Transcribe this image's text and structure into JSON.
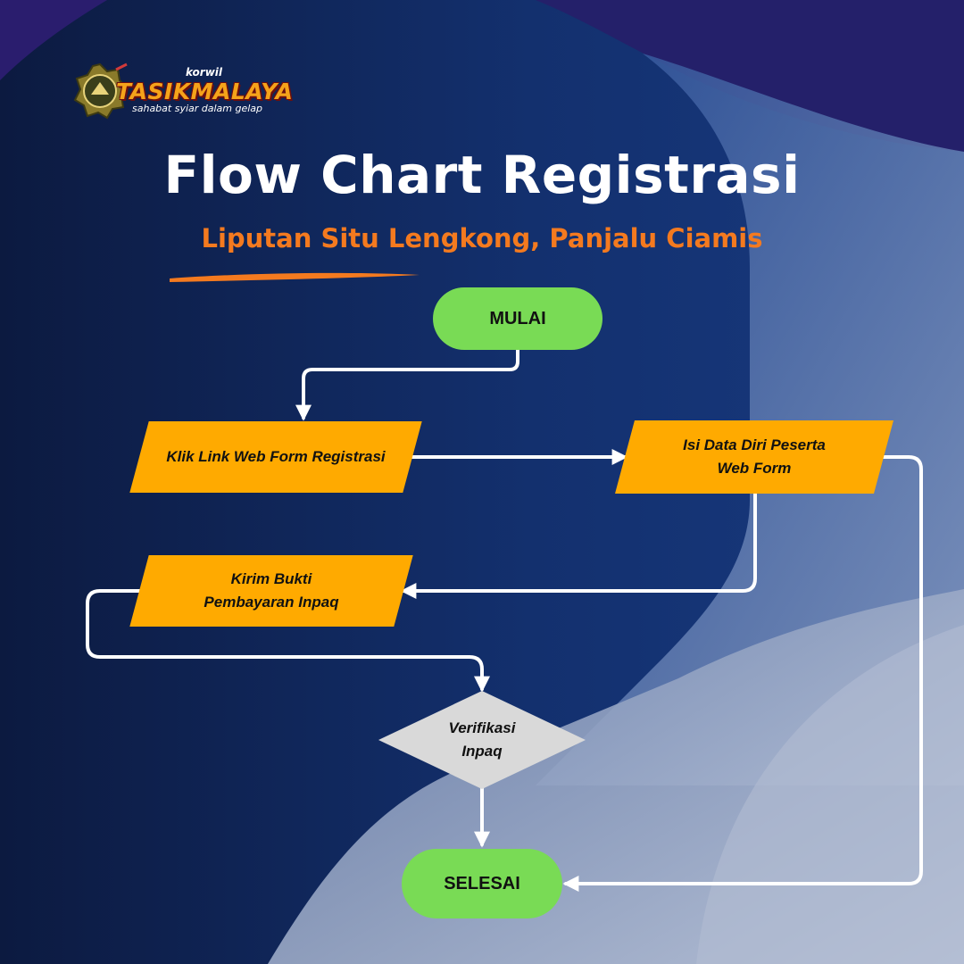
{
  "brand": {
    "prefix": "korwil",
    "name": "TASIKMALAYA",
    "tagline": "sahabat syiar dalam gelap"
  },
  "title": "Flow Chart Registrasi",
  "subtitle": "Liputan Situ Lengkong, Panjalu Ciamis",
  "colors": {
    "terminal": "#79db55",
    "process": "#ffaa00",
    "decision": "#d9d9d9",
    "title": "#ffffff",
    "subtitle": "#f47a1f",
    "connector": "#ffffff"
  },
  "nodes": {
    "start": "MULAI",
    "step1": "Klik Link Web Form Registrasi",
    "step2": "Isi Data Diri Peserta\nWeb Form",
    "step3": "Kirim Bukti\nPembayaran Inpaq",
    "decision": "Verifikasi\nInpaq",
    "end": "SELESAI"
  }
}
